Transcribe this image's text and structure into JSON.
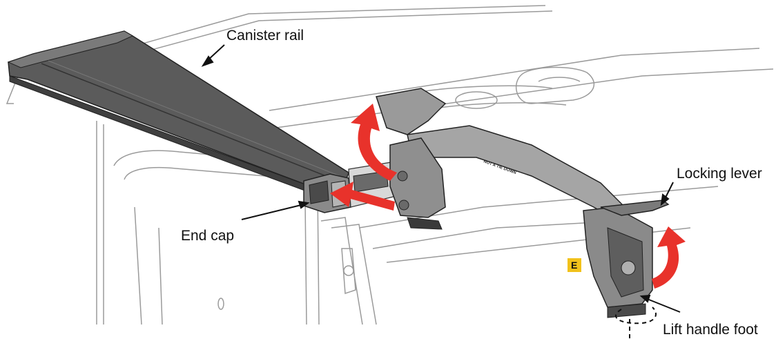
{
  "callouts": {
    "canister_rail": "Canister rail",
    "locking_lever": "Locking lever",
    "end_cap": "End cap",
    "lift_handle_foot": "Lift handle foot"
  },
  "step_marker": {
    "label": "E",
    "color": "#F2C21B"
  },
  "colors": {
    "arrow": "#E8322B",
    "rail_dark": "#5B5B5B",
    "handle_gray": "#9A9A9A",
    "outline": "#333333"
  },
  "handle_embossed_text": "NOT A TIE DOWN"
}
